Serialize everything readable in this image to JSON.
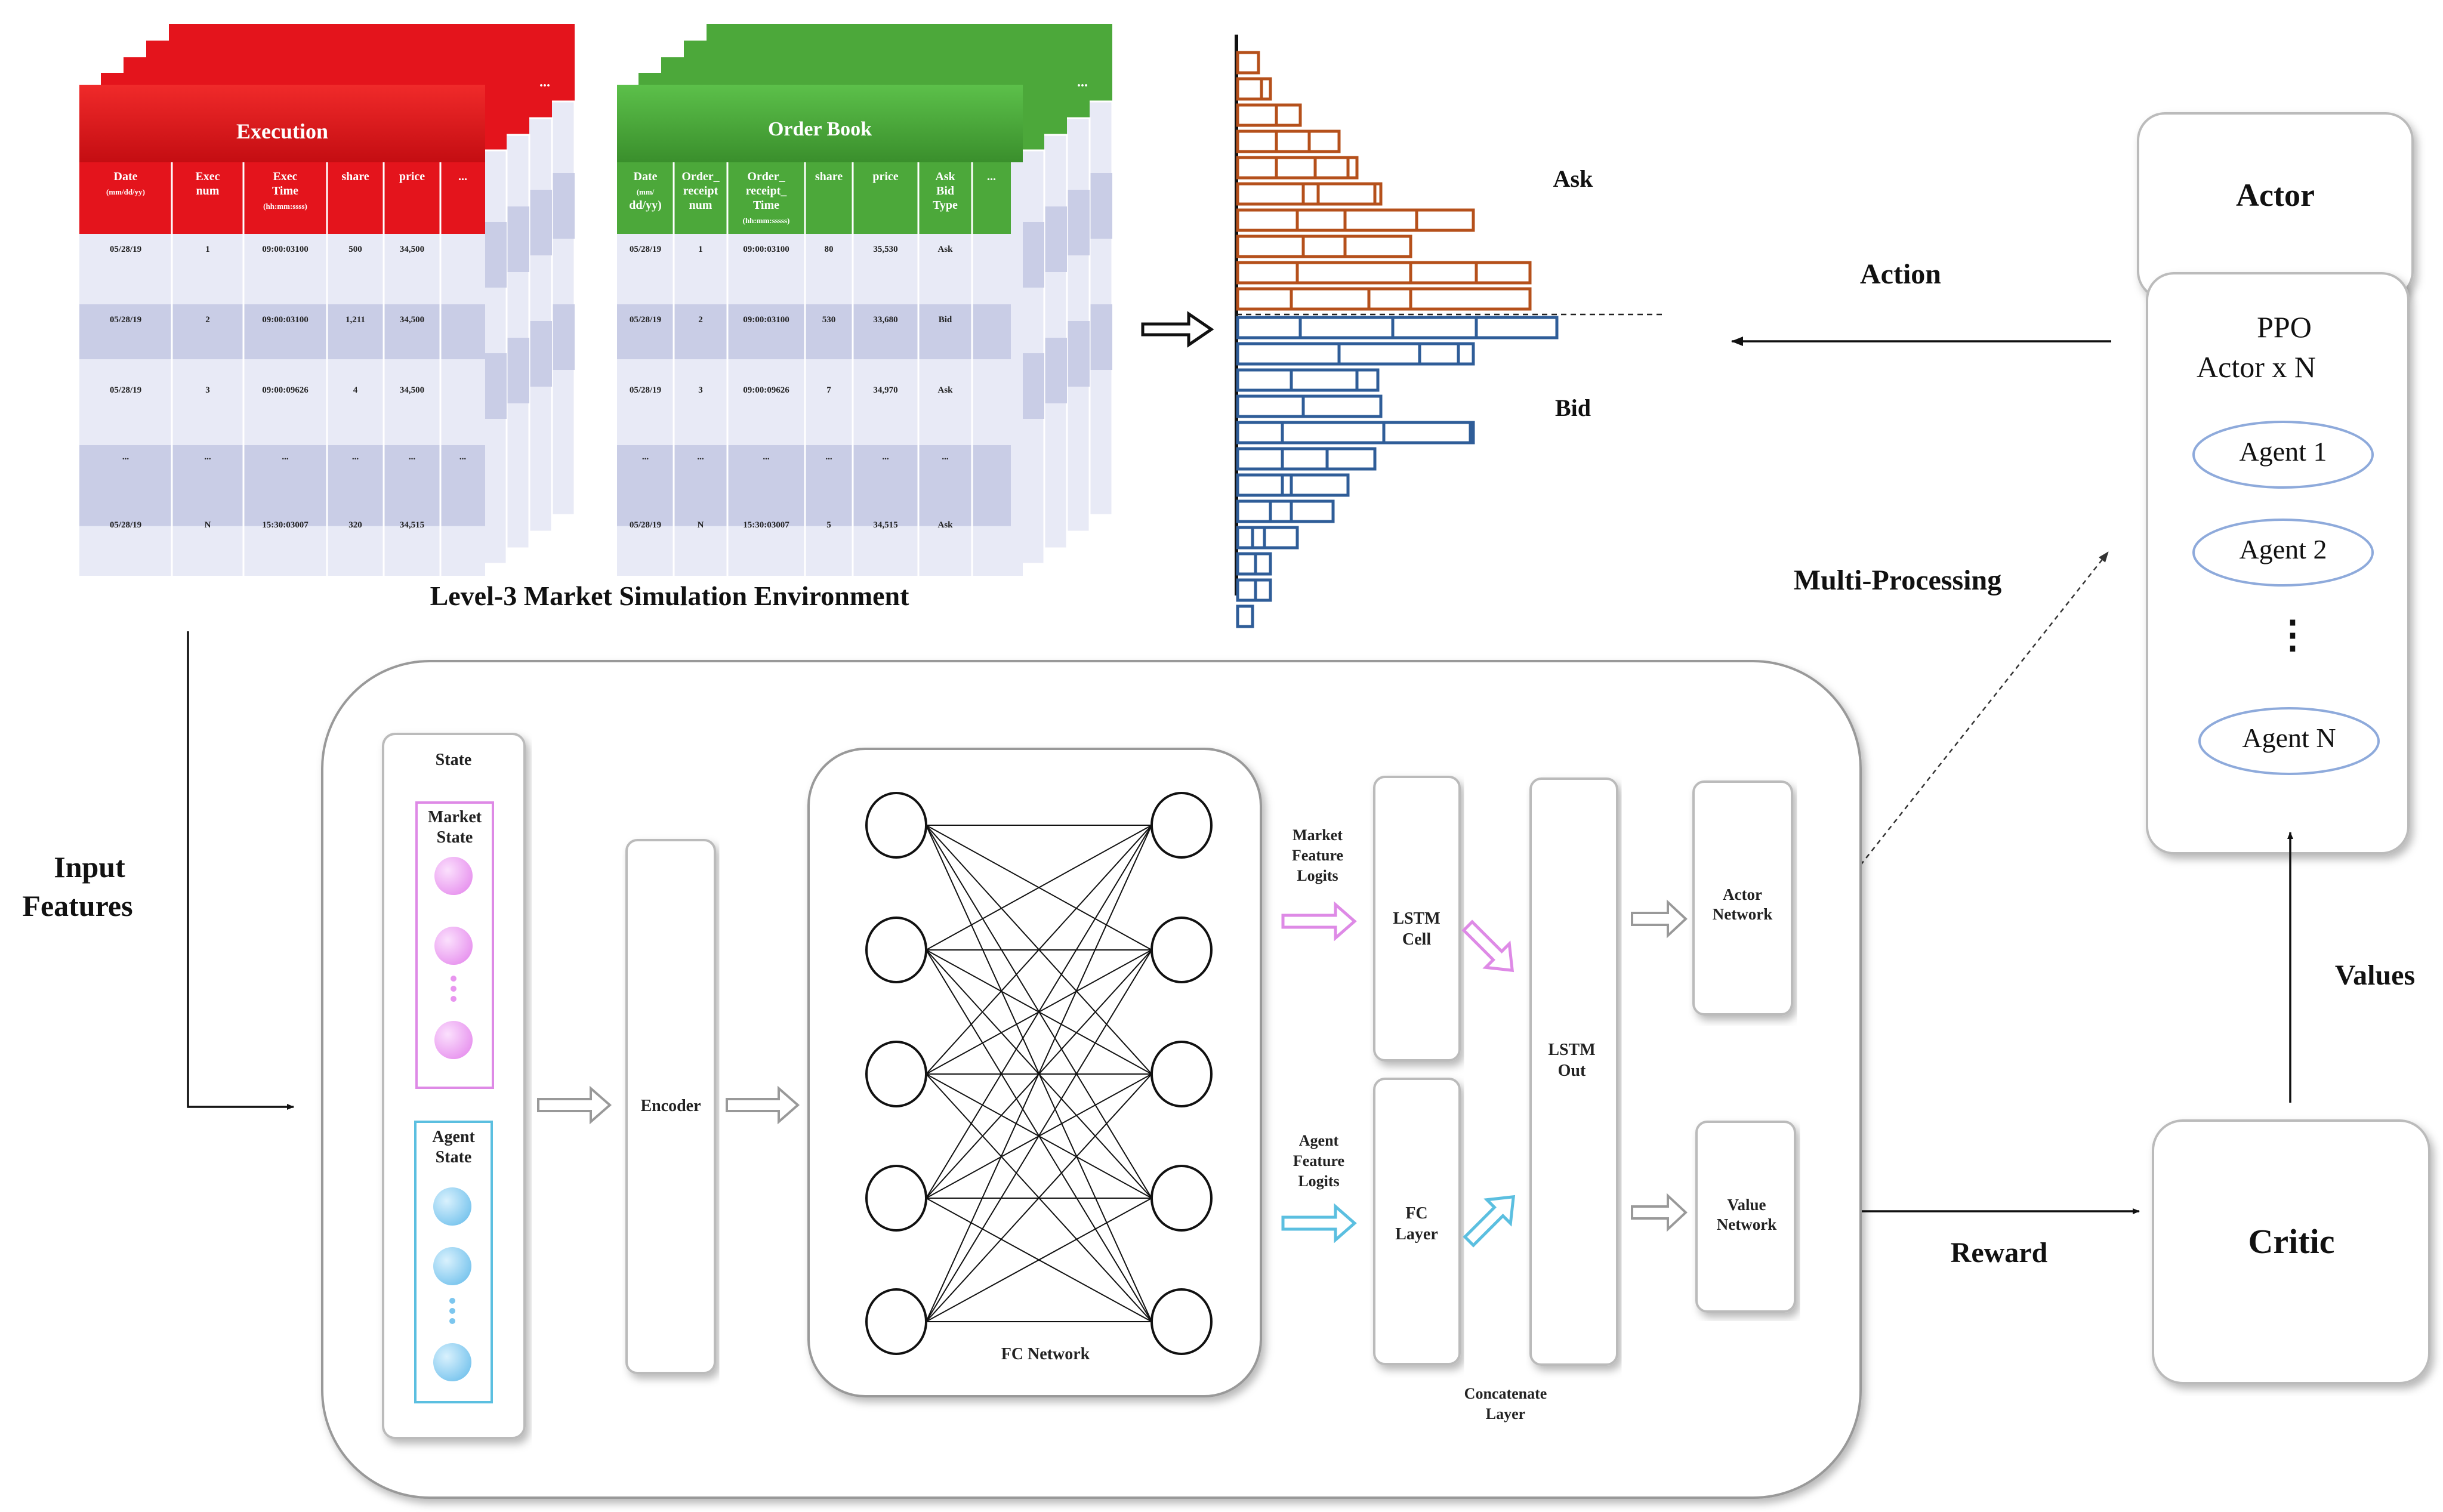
{
  "env": {
    "title": "Level-3 Market Simulation Environment",
    "execution": {
      "title": "Execution",
      "back_cell": "...",
      "headers": [
        [
          "Date",
          "(mm/dd/yy)"
        ],
        [
          "Exec",
          "num"
        ],
        [
          "Exec",
          "Time",
          "(hh:mm:ssss)"
        ],
        [
          "share"
        ],
        [
          "price"
        ],
        [
          "..."
        ]
      ],
      "rows": [
        [
          "05/28/19",
          "1",
          "09:00:03100",
          "500",
          "34,500",
          ""
        ],
        [
          "05/28/19",
          "2",
          "09:00:03100",
          "1,211",
          "34,500",
          ""
        ],
        [
          "05/28/19",
          "3",
          "09:00:09626",
          "4",
          "34,500",
          ""
        ],
        [
          "...",
          "...",
          "...",
          "...",
          "...",
          "..."
        ],
        [
          "05/28/19",
          "N",
          "15:30:03007",
          "320",
          "34,515",
          ""
        ]
      ],
      "side_cell": "..."
    },
    "orderbook": {
      "title": "Order Book",
      "back_cell": "...",
      "headers": [
        [
          "Date",
          "(mm/",
          "dd/yy)"
        ],
        [
          "Order_",
          "receipt",
          "num"
        ],
        [
          "Order_",
          "receipt_",
          "Time",
          "(hh:mm:sssss)"
        ],
        [
          "share"
        ],
        [
          "price"
        ],
        [
          "Ask",
          "Bid",
          "Type"
        ],
        [
          "..."
        ]
      ],
      "rows": [
        [
          "05/28/19",
          "1",
          "09:00:03100",
          "80",
          "35,530",
          "Ask",
          ""
        ],
        [
          "05/28/19",
          "2",
          "09:00:03100",
          "530",
          "33,680",
          "Bid",
          ""
        ],
        [
          "05/28/19",
          "3",
          "09:00:09626",
          "7",
          "34,970",
          "Ask",
          ""
        ],
        [
          "...",
          "...",
          "...",
          "...",
          "...",
          "...",
          ""
        ],
        [
          "05/28/19",
          "N",
          "15:30:03007",
          "5",
          "34,515",
          "Ask",
          ""
        ]
      ]
    }
  },
  "depth": {
    "ask_label": "Ask",
    "bid_label": "Bid",
    "ask_color": "#b5501b",
    "bid_color": "#2f5d98",
    "ask_rows": [
      [
        35
      ],
      [
        40,
        55
      ],
      [
        65,
        105
      ],
      [
        65,
        120,
        170
      ],
      [
        65,
        130,
        185,
        200
      ],
      [
        110,
        135,
        230,
        240
      ],
      [
        100,
        180,
        300,
        395
      ],
      [
        110,
        180,
        290
      ],
      [
        100,
        290,
        400,
        490
      ],
      [
        90,
        220,
        290,
        490
      ]
    ],
    "bid_rows": [
      [
        105,
        260,
        400,
        535
      ],
      [
        170,
        305,
        370,
        395
      ],
      [
        90,
        200,
        235
      ],
      [
        110,
        240,
        150
      ],
      [
        75,
        245,
        390,
        395
      ],
      [
        75,
        150,
        230
      ],
      [
        75,
        90,
        185
      ],
      [
        55,
        90,
        160
      ],
      [
        25,
        45,
        100
      ],
      [
        30,
        55
      ],
      [
        30,
        55
      ],
      [
        25
      ]
    ]
  },
  "labels": {
    "action": "Action",
    "multiprocessing": "Multi-Processing",
    "input_features": [
      "Input",
      "Features"
    ],
    "values": "Values",
    "reward": "Reward"
  },
  "actor": {
    "title": "Actor"
  },
  "ppo": {
    "line1": "PPO",
    "line2": "Actor x N",
    "agents": [
      "Agent 1",
      "Agent 2",
      "Agent N"
    ],
    "dots": "⋮"
  },
  "critic": {
    "title": "Critic"
  },
  "network": {
    "state_title": "State",
    "market_state": [
      "Market",
      "State"
    ],
    "agent_state": [
      "Agent",
      "State"
    ],
    "encoder": "Encoder",
    "fc_network": "FC Network",
    "market_logits": [
      "Market",
      "Feature",
      "Logits"
    ],
    "agent_logits": [
      "Agent",
      "Feature",
      "Logits"
    ],
    "lstm_cell": [
      "LSTM",
      "Cell"
    ],
    "fc_layer": [
      "FC",
      "Layer"
    ],
    "lstm_out": [
      "LSTM",
      "Out"
    ],
    "concat": [
      "Concatenate",
      "Layer"
    ],
    "actor_network": [
      "Actor",
      "Network"
    ],
    "value_network": [
      "Value",
      "Network"
    ]
  },
  "colors": {
    "execution_red": "#e4141c",
    "orderbook_green": "#4ca83a",
    "table_body": "#e8eaf6",
    "table_band": "#c9cde6",
    "market_pink": "#de8ae6",
    "agent_cyan": "#5bbfe0",
    "ellipse_blue": "#8eaadb"
  }
}
